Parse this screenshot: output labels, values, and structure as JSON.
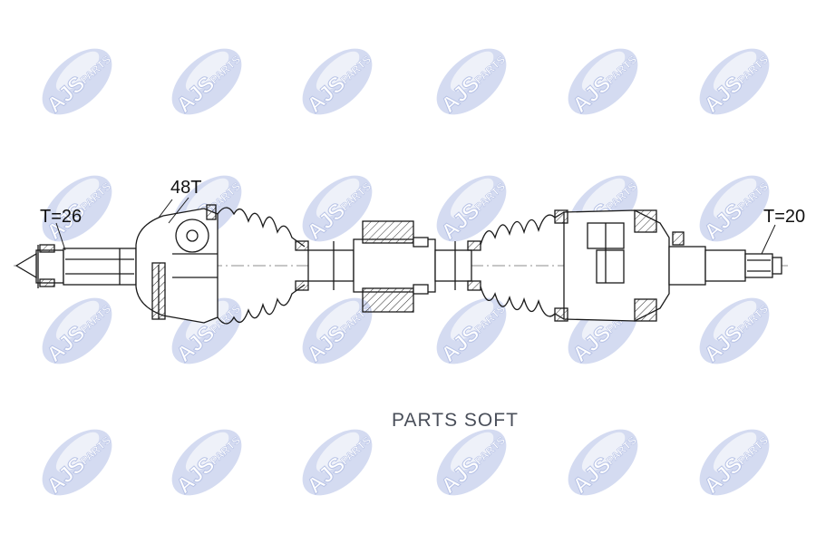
{
  "watermark": {
    "logo_text": "AJS",
    "logo_subtext": "PARTS",
    "caption": "PARTS SOFT",
    "color": "#cfd7ef"
  },
  "labels": {
    "left_spline": "T=26",
    "abs_ring": "48T",
    "right_spline": "T=20"
  },
  "colors": {
    "line": "#1a1a1a",
    "hatch": "#333333"
  }
}
